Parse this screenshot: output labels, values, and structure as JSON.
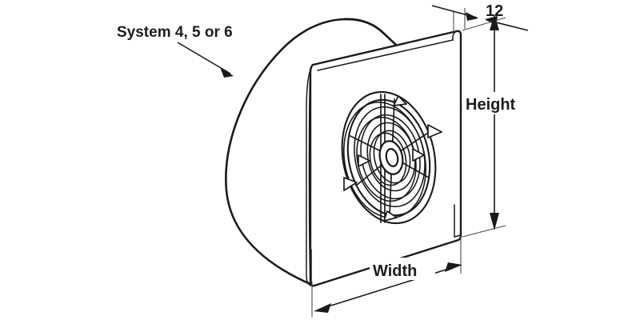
{
  "diagram": {
    "type": "technical-line-drawing",
    "subject": "wall/ceiling extractor fan, isometric view",
    "background_color": "#ffffff",
    "line_color": "#1a1a1a",
    "text_color": "#1d1d1d"
  },
  "callouts": {
    "system": {
      "label": "System 4, 5 or 6",
      "points_to": "fan-body-duct"
    }
  },
  "dimensions": {
    "thickness": {
      "label": "12",
      "unit_implied": "mm",
      "location": "top-right",
      "measures": "faceplate-depth"
    },
    "height": {
      "label": "Height",
      "location": "right",
      "measures": "faceplate-height"
    },
    "width": {
      "label": "Width",
      "location": "bottom",
      "measures": "faceplate-width"
    }
  },
  "parts": {
    "faceplate": "front-cover-panel",
    "grille": "concentric-ring-grille",
    "hub": "center-hub",
    "duct": "rear-duct-body"
  }
}
